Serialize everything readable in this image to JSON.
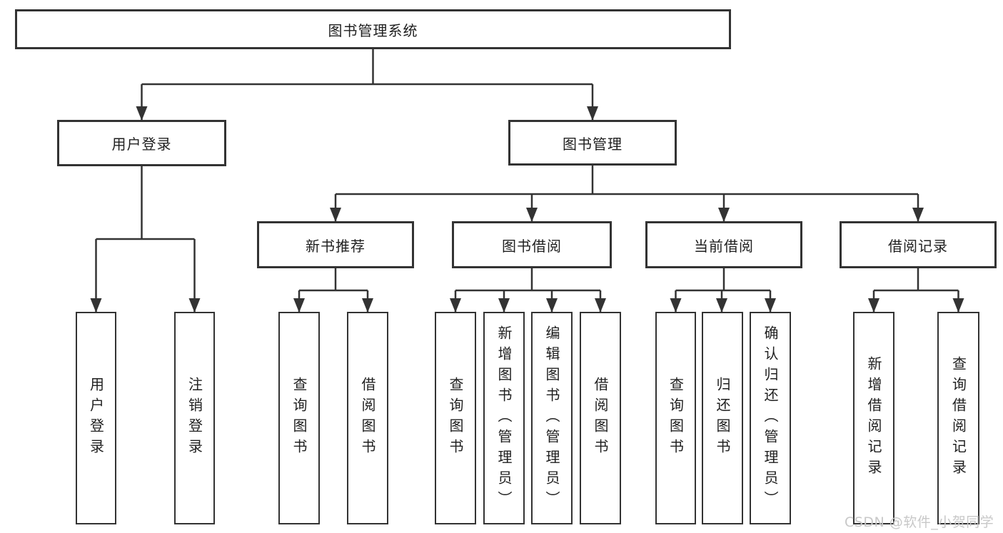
{
  "diagram": {
    "root": {
      "label": "图书管理系统"
    },
    "branches": [
      {
        "label": "用户登录",
        "children": [
          {
            "label": "用户登录"
          },
          {
            "label": "注销登录"
          }
        ]
      },
      {
        "label": "图书管理",
        "children": [
          {
            "label": "新书推荐",
            "children": [
              {
                "label": "查询图书"
              },
              {
                "label": "借阅图书"
              }
            ]
          },
          {
            "label": "图书借阅",
            "children": [
              {
                "label": "查询图书"
              },
              {
                "label": "新增图书（管理员）"
              },
              {
                "label": "编辑图书（管理员）"
              },
              {
                "label": "借阅图书"
              }
            ]
          },
          {
            "label": "当前借阅",
            "children": [
              {
                "label": "查询图书"
              },
              {
                "label": "归还图书"
              },
              {
                "label": "确认归还（管理员）"
              }
            ]
          },
          {
            "label": "借阅记录",
            "children": [
              {
                "label": "新增借阅记录"
              },
              {
                "label": "查询借阅记录"
              }
            ]
          }
        ]
      }
    ]
  },
  "watermark": {
    "text": "CSDN @软件_小贺同学",
    "color": "#c8c8c8"
  },
  "colors": {
    "line": "#333333",
    "text": "#1f1f1f",
    "box_background": "#ffffff"
  }
}
